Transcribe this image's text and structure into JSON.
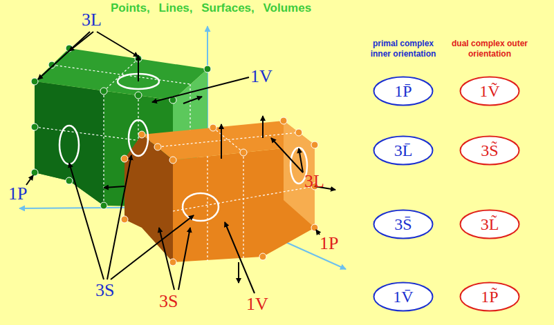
{
  "diagram": {
    "title": "Points, Lines, Surfaces, Volumes",
    "nodes": [
      {
        "text": [
          "1P̄"
        ]
      },
      {
        "text": [
          "3L̄"
        ]
      },
      {
        "text": [
          "3S̄"
        ]
      },
      {
        "text": [
          "1V̄"
        ]
      },
      {
        "text": [
          "1Ṽ"
        ]
      },
      {
        "text": [
          "3S̃"
        ]
      },
      {
        "text": [
          "3L̃"
        ]
      },
      {
        "text": [
          "1P̃"
        ]
      }
    ],
    "labels": [
      "3L",
      "1V",
      "1P",
      "3S",
      "3L",
      "1P",
      "3S",
      "1V",
      "primal complex inner orientation",
      "dual complex outer orientation"
    ]
  }
}
